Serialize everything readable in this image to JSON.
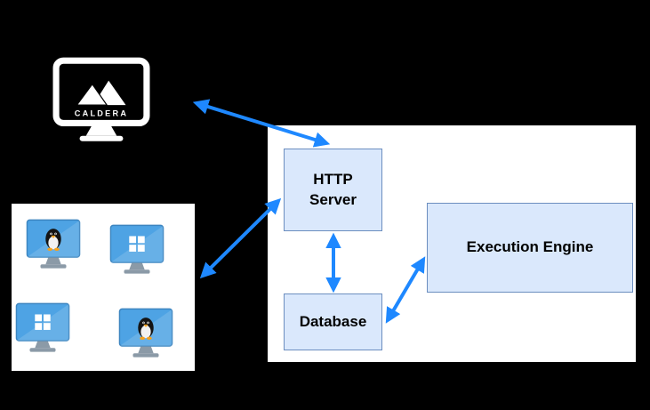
{
  "diagram": {
    "caldera": {
      "label": "CALDERA",
      "icon": "caldera-monitor-icon"
    },
    "agents": {
      "items": [
        {
          "icon": "linux-monitor-icon"
        },
        {
          "icon": "windows-monitor-icon"
        },
        {
          "icon": "windows-monitor-icon"
        },
        {
          "icon": "linux-monitor-icon"
        }
      ]
    },
    "nodes": {
      "http_server": {
        "label": "HTTP Server"
      },
      "database": {
        "label": "Database"
      },
      "execution_engine": {
        "label": "Execution Engine"
      }
    },
    "connections": [
      {
        "from": "caldera-monitor",
        "to": "http_server",
        "style": "bidirectional"
      },
      {
        "from": "agents-panel",
        "to": "http_server",
        "style": "bidirectional"
      },
      {
        "from": "http_server",
        "to": "database",
        "style": "bidirectional"
      },
      {
        "from": "database",
        "to": "execution_engine",
        "style": "bidirectional"
      }
    ],
    "colors": {
      "background": "#000000",
      "panel_fill": "#ffffff",
      "panel_border": "#000000",
      "node_fill": "#dae8fc",
      "node_border": "#6c8ebf",
      "arrow": "#1e88ff",
      "agent_screen": "#4ea3e4",
      "agent_stand": "#8b9aa7",
      "tux_accent": "#f6a21d"
    }
  }
}
